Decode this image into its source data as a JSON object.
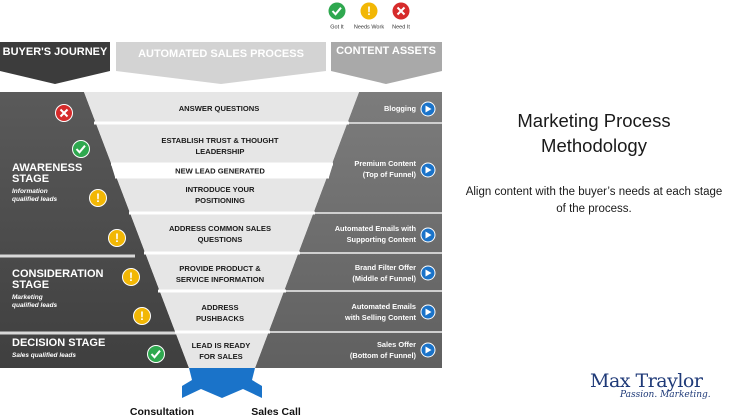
{
  "legend": {
    "got_it": "Got It",
    "needs_work": "Needs Work",
    "need_it": "Need It",
    "colors": {
      "got_it": "#2fa84f",
      "needs_work": "#f2b705",
      "need_it": "#d62b2b"
    }
  },
  "headers": {
    "buyers_journey": "BUYER'S JOURNEY",
    "automated_sales_process": "AUTOMATED SALES PROCESS",
    "content_assets": "CONTENT ASSETS"
  },
  "stages": {
    "awareness": {
      "title_line1": "AWARENESS",
      "title_line2": "STAGE",
      "sub_line1": "Information",
      "sub_line2": "qualified leads"
    },
    "consideration": {
      "title_line1": "CONSIDERATION",
      "title_line2": "STAGE",
      "sub_line1": "Marketing",
      "sub_line2": "qualified leads"
    },
    "decision": {
      "title_line1": "DECISION STAGE",
      "sub_line1": "Sales qualified leads"
    }
  },
  "process_steps": [
    {
      "line1": "ANSWER QUESTIONS",
      "line2": "",
      "status": "need_it"
    },
    {
      "line1": "ESTABLISH TRUST & THOUGHT",
      "line2": "LEADERSHIP",
      "status": "got_it"
    },
    {
      "line1": "NEW LEAD GENERATED",
      "line2": "",
      "status": ""
    },
    {
      "line1": "INTRODUCE YOUR",
      "line2": "POSITIONING",
      "status": "needs_work"
    },
    {
      "line1": "ADDRESS COMMON SALES",
      "line2": "QUESTIONS",
      "status": "needs_work"
    },
    {
      "line1": "PROVIDE PRODUCT &",
      "line2": "SERVICE INFORMATION",
      "status": "needs_work"
    },
    {
      "line1": "ADDRESS",
      "line2": "PUSHBACKS",
      "status": "needs_work"
    },
    {
      "line1": "LEAD IS READY",
      "line2": "FOR SALES",
      "status": "got_it"
    }
  ],
  "content_assets": [
    {
      "line1": "Blogging",
      "line2": ""
    },
    {
      "line1": "Premium Content",
      "line2": "(Top of Funnel)"
    },
    {
      "line1": "Automated Emails with",
      "line2": "Supporting Content"
    },
    {
      "line1": "Brand Filter Offer",
      "line2": "(Middle of Funnel)"
    },
    {
      "line1": "Automated Emails",
      "line2": "with Selling Content"
    },
    {
      "line1": "Sales Offer",
      "line2": "(Bottom of Funnel)"
    }
  ],
  "outcomes": {
    "left": "Consultation",
    "right": "Sales Call"
  },
  "side": {
    "title_line1": "Marketing Process",
    "title_line2": "Methodology",
    "body": "Align content with the buyer’s needs at each stage of the process."
  },
  "logo": {
    "name": "Max Traylor",
    "tagline": "Passion. Marketing."
  }
}
